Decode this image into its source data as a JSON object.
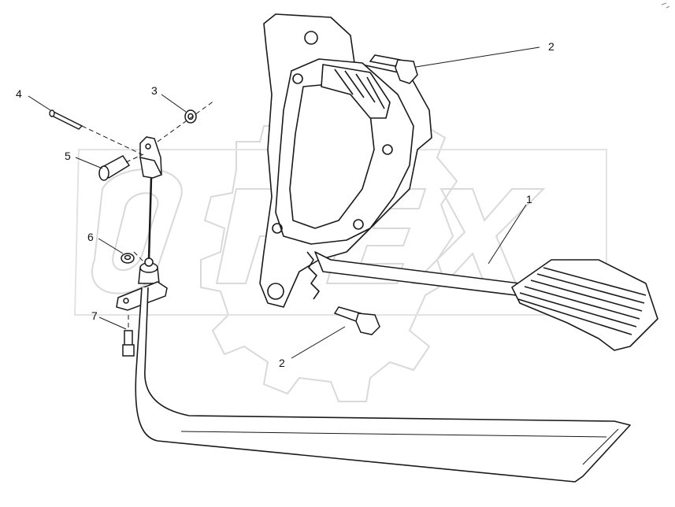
{
  "diagram": {
    "watermark": {
      "text": "OPEX",
      "color": "#d9d9d9"
    },
    "line_color": "#1a1a1a",
    "callouts": [
      {
        "id": "callout-1",
        "text": "1"
      },
      {
        "id": "callout-2-top",
        "text": "2"
      },
      {
        "id": "callout-2-bottom",
        "text": "2"
      },
      {
        "id": "callout-3",
        "text": "3"
      },
      {
        "id": "callout-4",
        "text": "4"
      },
      {
        "id": "callout-5",
        "text": "5"
      },
      {
        "id": "callout-6",
        "text": "6"
      },
      {
        "id": "callout-7",
        "text": "7"
      }
    ],
    "parts": [
      {
        "name": "accelerator-pedal-assembly"
      },
      {
        "name": "bolt"
      },
      {
        "name": "washer"
      },
      {
        "name": "cotter-pin"
      },
      {
        "name": "clevis-pin"
      },
      {
        "name": "nut"
      },
      {
        "name": "screw"
      }
    ]
  }
}
